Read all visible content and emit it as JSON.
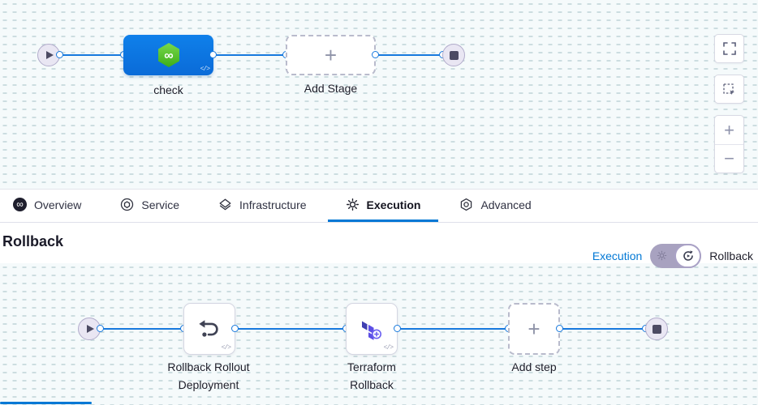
{
  "colors": {
    "accent_blue": "#0278d5",
    "stage_blue": "#0b74e0",
    "harness_green": "#42ba24",
    "terraform_purple": "#5c4ee5"
  },
  "top_pipeline": {
    "stage_label": "check",
    "add_stage_label": "Add Stage",
    "code_badge": "</>",
    "infinity_glyph": "∞"
  },
  "canvas_controls": {
    "zoom_in": "+",
    "zoom_out": "−"
  },
  "tabs": {
    "active": "Execution",
    "items": [
      {
        "label": "Overview"
      },
      {
        "label": "Service"
      },
      {
        "label": "Infrastructure"
      },
      {
        "label": "Execution"
      },
      {
        "label": "Advanced"
      }
    ]
  },
  "rollback_section": {
    "title": "Rollback",
    "mode_switch": {
      "left_label": "Execution",
      "right_label": "Rollback"
    },
    "steps": [
      {
        "line1": "Rollback Rollout",
        "line2": "Deployment"
      },
      {
        "line1": "Terraform",
        "line2": "Rollback"
      }
    ],
    "add_step_label": "Add step",
    "code_badge": "</>"
  }
}
